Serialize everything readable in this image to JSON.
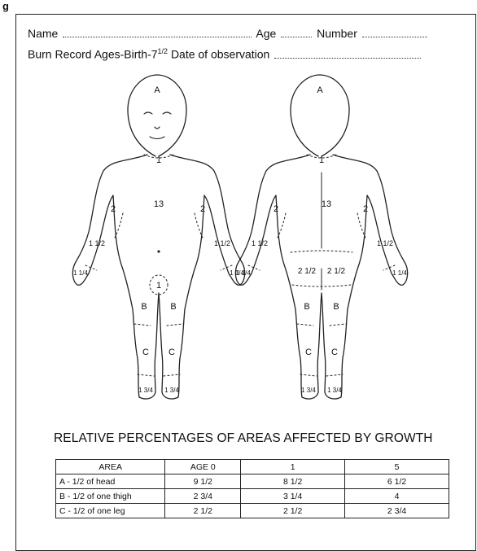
{
  "figure_label": "g",
  "form": {
    "name_label": "Name",
    "age_label": "Age",
    "number_label": "Number",
    "record_label": "Burn Record Ages-Birth-7",
    "record_frac": "1/2",
    "observation_label": "Date of observation"
  },
  "front_labels": {
    "head": "A",
    "neck": "1",
    "trunk": "13",
    "upper_arm_left": "2",
    "upper_arm_right": "2",
    "forearm_left": "1 1/2",
    "forearm_right": "1 1/2",
    "hand_left": "1 1/4",
    "hand_right": "1 1/4",
    "genital": "1",
    "thigh_left": "B",
    "thigh_right": "B",
    "leg_left": "C",
    "leg_right": "C",
    "foot_left": "1 3/4",
    "foot_right": "1 3/4"
  },
  "back_labels": {
    "head": "A",
    "neck": "1",
    "trunk": "13",
    "upper_arm_left": "2",
    "upper_arm_right": "2",
    "forearm_left": "1 1/2",
    "forearm_right": "1 1/2",
    "hand_left": "1 1/4",
    "hand_right": "1 1/4",
    "buttock_left": "2 1/2",
    "buttock_right": "2 1/2",
    "thigh_left": "B",
    "thigh_right": "B",
    "leg_left": "C",
    "leg_right": "C",
    "foot_left": "1 3/4",
    "foot_right": "1 3/4"
  },
  "table_title": "RELATIVE PERCENTAGES OF AREAS AFFECTED BY GROWTH",
  "table": {
    "headers": [
      "AREA",
      "AGE 0",
      "1",
      "5"
    ],
    "rows": [
      [
        "A - 1/2 of head",
        "9 1/2",
        "8 1/2",
        "6 1/2"
      ],
      [
        "B - 1/2 of one thigh",
        "2 3/4",
        "3 1/4",
        "4"
      ],
      [
        "C - 1/2 of one leg",
        "2 1/2",
        "2 1/2",
        "2 3/4"
      ]
    ]
  }
}
